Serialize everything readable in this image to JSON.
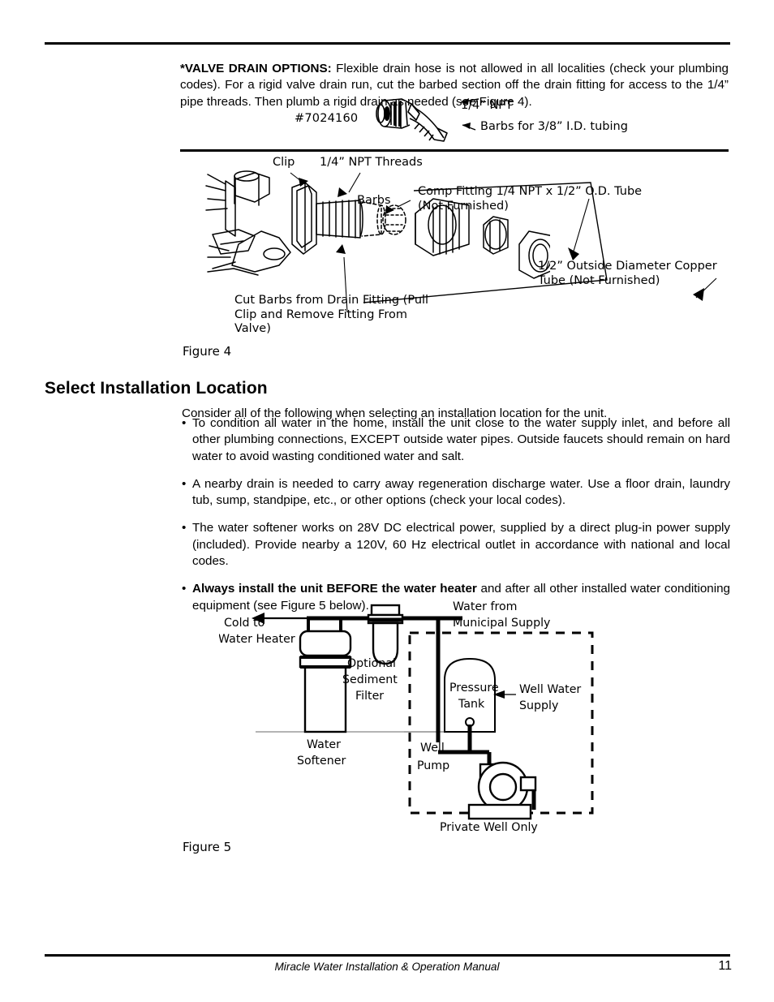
{
  "document": {
    "footer_title": "Miracle Water Installation & Operation Manual",
    "page_number": "11"
  },
  "intro": {
    "label": "*VALVE DRAIN OPTIONS:",
    "body": " Flexible drain hose is not allowed in all localities (check your plumbing codes). For a rigid valve drain run, cut the barbed section off the drain fitting for access to the 1/4” pipe threads. Then plumb a rigid drain as needed (see Figure 4)."
  },
  "figure4": {
    "caption": "Figure 4",
    "part_number": "#7024160",
    "callout_npt": "1/4” NPT",
    "callout_barbs": "Barbs for 3/8” I.D. tubing",
    "label_clip": "Clip",
    "label_npt_threads": "1/4” NPT Threads",
    "label_barbs": "Barbs",
    "label_comp_fitting": "Comp Fitting 1/4 NPT x 1/2” O.D. Tube\n(Not Furnished)",
    "label_copper_tube": "1/2” Outside Diameter Copper\nTube (Not Furnished)",
    "label_cut_barbs": "Cut Barbs from Drain Fitting (Pull\nClip and Remove Fitting From\nValve)"
  },
  "section": {
    "heading": "Select Installation Location",
    "lead": "Consider all of the following when selecting an installation location for the unit.",
    "bullet_marker": "•",
    "bullets": [
      {
        "bold": "",
        "text": "To condition all water in the home, install the unit close to the water supply inlet, and before all other plumbing connections, EXCEPT outside water pipes. Outside faucets should remain on hard water to avoid wasting conditioned water and salt."
      },
      {
        "bold": "",
        "text": "A nearby drain is needed to carry away regeneration discharge water. Use a floor drain, laundry tub, sump, standpipe, etc., or other options (check your local codes)."
      },
      {
        "bold": "",
        "text": "The water softener works on 28V DC electrical power, supplied by a direct plug-in power supply (included).  Provide nearby a 120V, 60 Hz electrical outlet in accordance with national and local codes."
      },
      {
        "bold": "Always install the unit BEFORE the water heater",
        "text": " and after all other installed water conditioning equipment (see Figure 5 below)."
      }
    ]
  },
  "figure5": {
    "caption": "Figure 5",
    "label_cold_to_1": "Cold to",
    "label_cold_to_2": "Water Heater",
    "label_optional_1": "Optional",
    "label_optional_2": "Sediment",
    "label_optional_3": "Filter",
    "label_water_softener_1": "Water",
    "label_water_softener_2": "Softener",
    "label_water_from_1": "Water from",
    "label_water_from_2": "Municipal Supply",
    "label_pressure_tank_1": "Pressure",
    "label_pressure_tank_2": "Tank",
    "label_well_water_1": "Well Water",
    "label_well_water_2": "Supply",
    "label_well_pump_1": "Well",
    "label_well_pump_2": "Pump",
    "label_private_well": "Private Well Only"
  },
  "colors": {
    "ink": "#000000",
    "paper": "#ffffff"
  }
}
